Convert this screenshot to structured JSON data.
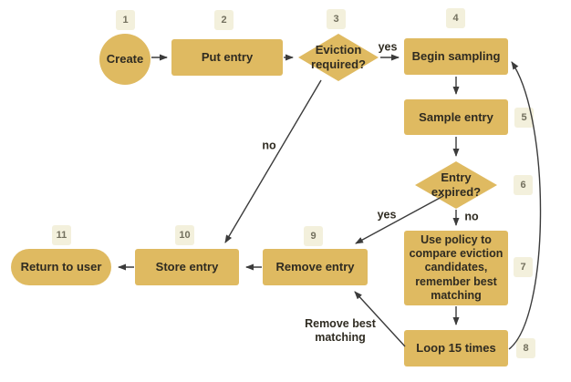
{
  "flowchart": {
    "nodes": {
      "create": {
        "id": "1",
        "label": "Create"
      },
      "put_entry": {
        "id": "2",
        "label": "Put entry"
      },
      "eviction_required": {
        "id": "3",
        "label": "Eviction required?"
      },
      "begin_sampling": {
        "id": "4",
        "label": "Begin sampling"
      },
      "sample_entry": {
        "id": "5",
        "label": "Sample entry"
      },
      "entry_expired": {
        "id": "6",
        "label": "Entry expired?"
      },
      "use_policy": {
        "id": "7",
        "label": "Use policy to compare eviction candidates, remember best matching"
      },
      "loop": {
        "id": "8",
        "label": "Loop 15 times"
      },
      "remove_entry": {
        "id": "9",
        "label": "Remove entry"
      },
      "store_entry": {
        "id": "10",
        "label": "Store entry"
      },
      "return_to_user": {
        "id": "11",
        "label": "Return to user"
      }
    },
    "edge_labels": {
      "eviction_yes": "yes",
      "eviction_no": "no",
      "expired_yes": "yes",
      "expired_no": "no",
      "loop_remove_best": "Remove best matching"
    },
    "colors": {
      "node_fill": "#dfba61",
      "node_text": "#2f2b21",
      "badge_fill": "#f3f0dc",
      "badge_text": "#73705e",
      "arrow": "#3b3b3b",
      "background": "#ffffff"
    }
  }
}
